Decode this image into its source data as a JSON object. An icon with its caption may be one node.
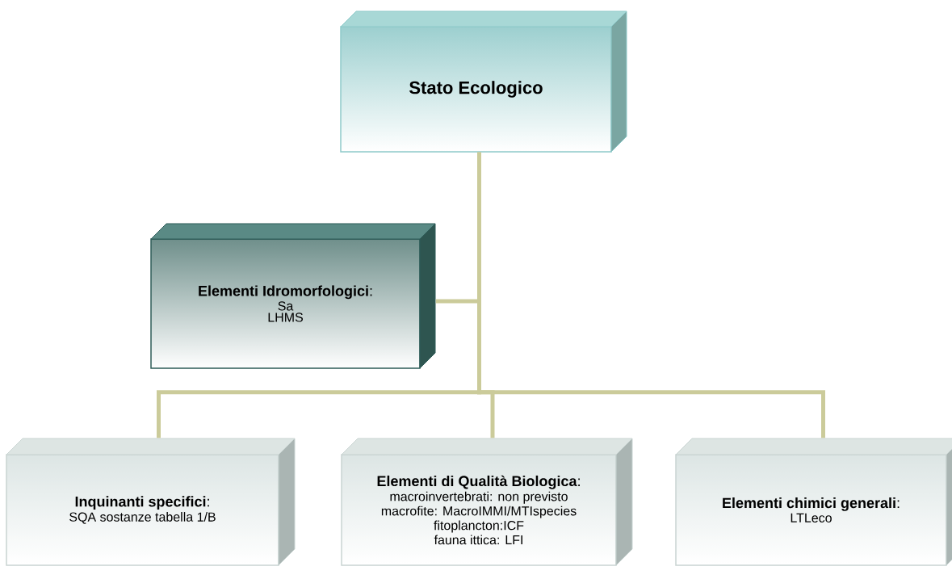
{
  "diagram": {
    "nodes": [
      {
        "text": [
          "Stato Ecologico"
        ]
      },
      {
        "text": [
          "**Elementi Idromorfologici**:",
          "Sa",
          "LHMS"
        ]
      },
      {
        "text": [
          "**Inquinanti specifici**:",
          "SQA sostanze tabella 1/B"
        ]
      },
      {
        "text": [
          "**Elementi di Qualità Biologica**:",
          "macroinvertebrati: non previsto",
          "macrofite: MacroIMMI/MTIspecies",
          "fitoplancton:ICF",
          "fauna ittica: LFI"
        ]
      },
      {
        "text": [
          "**Elementi chimici generali**:",
          "LTLeco"
        ]
      }
    ],
    "edges": [
      {
        "from": 0,
        "to": 1,
        "arrow": "none"
      },
      {
        "from": 0,
        "to": 2,
        "arrow": "none"
      },
      {
        "from": 0,
        "to": 3,
        "arrow": "none"
      },
      {
        "from": 0,
        "to": 4,
        "arrow": "none"
      }
    ]
  }
}
